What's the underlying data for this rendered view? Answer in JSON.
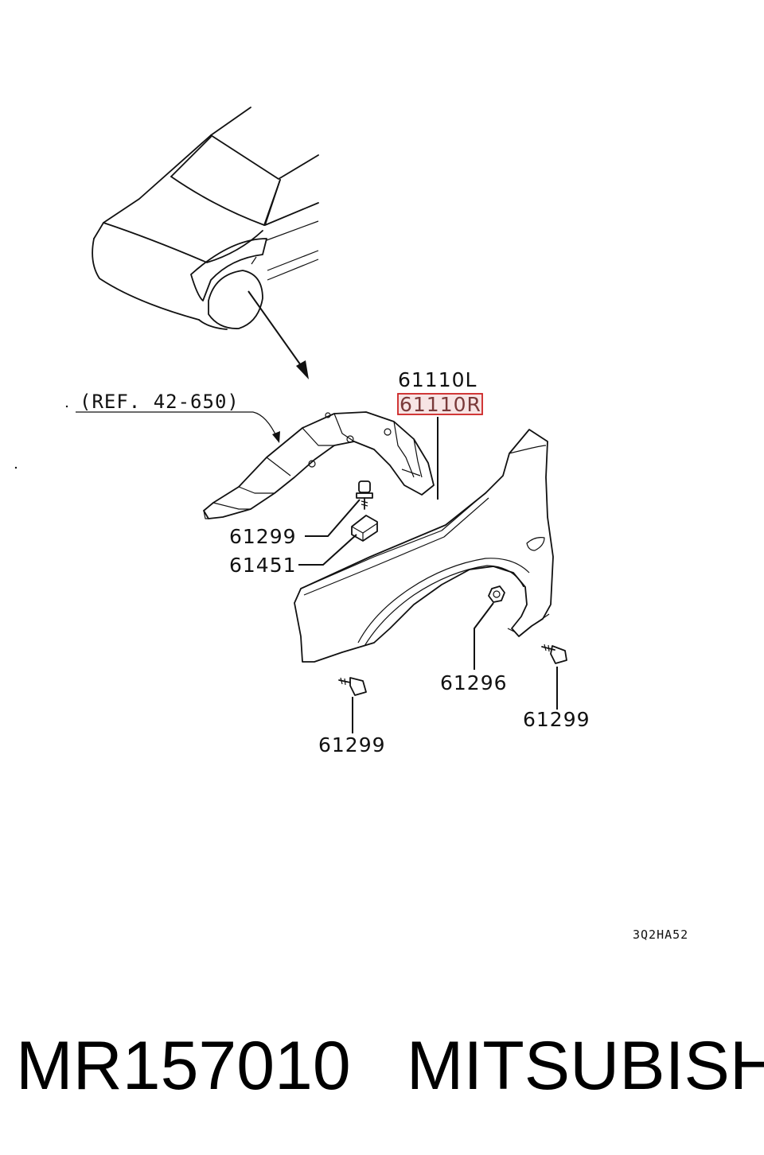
{
  "callouts": {
    "part_left": "61110L",
    "part_right": "61110R",
    "reference": "(REF. 42-650)",
    "bolt_upper": "61299",
    "bracket": "61451",
    "nut": "61296",
    "bolt_lower_right": "61299",
    "bolt_lower_left": "61299"
  },
  "diagram_code": "3Q2HA52",
  "footer": {
    "part_number": "MR157010",
    "brand": "MITSUBISHI"
  },
  "colors": {
    "line": "#111111",
    "highlight_box": "#cc2222",
    "highlight_fill": "#f7e4e4"
  }
}
